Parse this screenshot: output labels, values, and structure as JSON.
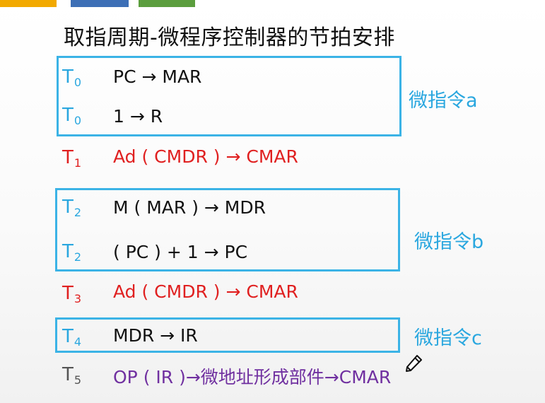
{
  "slide": {
    "title": "取指周期-微程序控制器的节拍安排",
    "rows": [
      {
        "t": "T",
        "sub": "0",
        "op": "PC → MAR"
      },
      {
        "t": "T",
        "sub": "0",
        "op": "1 → R"
      },
      {
        "t": "T",
        "sub": "1",
        "op": "Ad ( CMDR ) → CMAR"
      },
      {
        "t": "T",
        "sub": "2",
        "op": "M ( MAR ) → MDR"
      },
      {
        "t": "T",
        "sub": "2",
        "op": "( PC ) + 1 → PC"
      },
      {
        "t": "T",
        "sub": "3",
        "op": "Ad ( CMDR ) → CMAR"
      },
      {
        "t": "T",
        "sub": "4",
        "op": "MDR → IR"
      },
      {
        "t": "T",
        "sub": "5",
        "op": "OP ( IR )→微地址形成部件→CMAR"
      }
    ],
    "micro_labels": {
      "a": "微指令a",
      "b": "微指令b",
      "c": "微指令c"
    }
  },
  "colors": {
    "box_border": "#3bb3e6",
    "blue_text": "#2aa7df",
    "red_text": "#e02020",
    "purple_text": "#7030a0"
  },
  "icons": {
    "pointer": "pencil-icon"
  }
}
